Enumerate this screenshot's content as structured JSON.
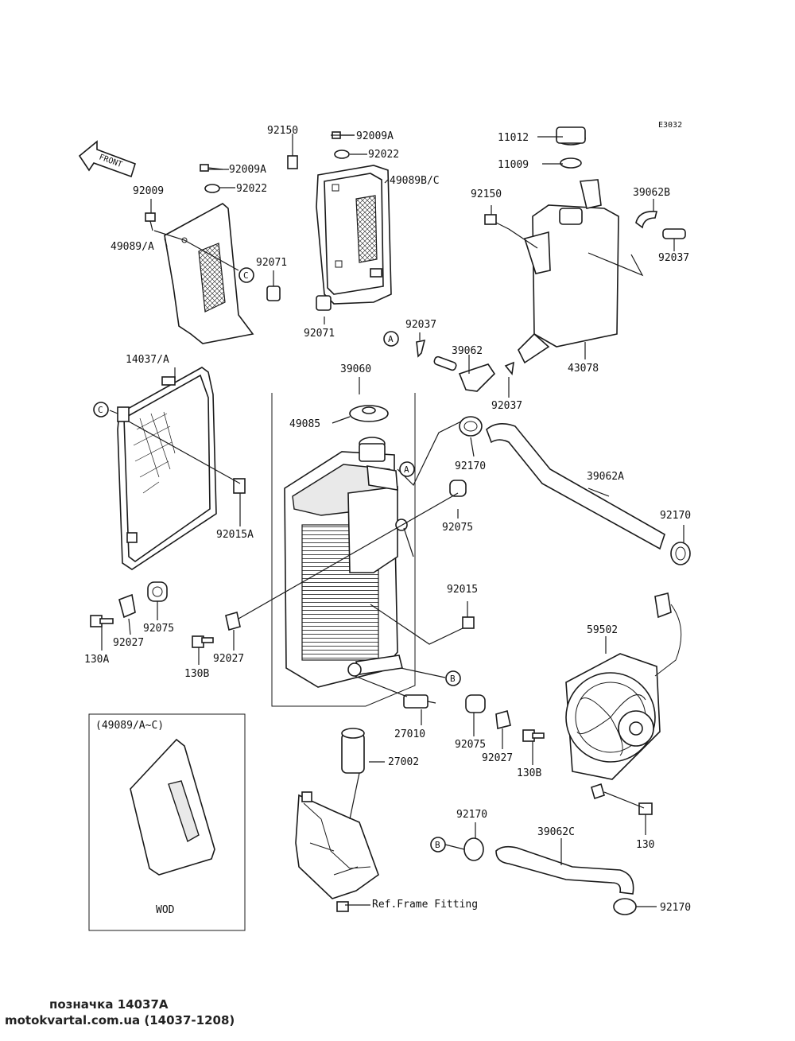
{
  "diagram": {
    "code": "E3032",
    "front_arrow_label": "FRONT",
    "inset_title": "(49089/A~C)",
    "inset_caption": "WOD",
    "ref_note": "Ref.Frame Fitting",
    "circle_a": "A",
    "circle_b": "B",
    "circle_c": "C",
    "labels": {
      "p92150a": "92150",
      "p92009a_top": "92009A",
      "p92022_top": "92022",
      "p92009a_left": "92009A",
      "p92022_left": "92022",
      "p92009": "92009",
      "p49089a": "49089/A",
      "p92071_left": "92071",
      "p49089bc": "49089B/C",
      "p92071_mid": "92071",
      "p11012": "11012",
      "p11009": "11009",
      "p92150b": "92150",
      "p39062b": "39062B",
      "p92037_right": "92037",
      "p43078": "43078",
      "p92037_mid": "92037",
      "p39062": "39062",
      "p92037_low": "92037",
      "p14037a": "14037/A",
      "p39060": "39060",
      "p49085": "49085",
      "p92170_top": "92170",
      "p39062a": "39062A",
      "p92170_right": "92170",
      "p92015a": "92015A",
      "p92075_mid": "92075",
      "p92015": "92015",
      "p92075_left": "92075",
      "p92027_left": "92027",
      "p130a": "130A",
      "p92027_mid": "92027",
      "p130b_left": "130B",
      "p59502": "59502",
      "p27010": "27010",
      "p92075_low": "92075",
      "p92027_low": "92027",
      "p130b_low": "130B",
      "p27002": "27002",
      "p130": "130",
      "p92170_low": "92170",
      "p39062c": "39062C",
      "p92170_bottom": "92170"
    }
  },
  "footer": {
    "code": "позначка 14037A",
    "site": "motokvartal.com.ua (14037-1208)"
  }
}
